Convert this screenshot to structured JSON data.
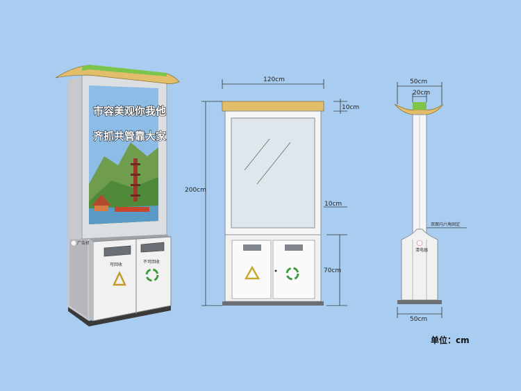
{
  "poster": {
    "line1": "市容美观你我他",
    "line2": "齐抓共管靠大家"
  },
  "bins_3d": {
    "left_label": "可回收",
    "right_label": "不可回收"
  },
  "front_view": {
    "width_label": "120cm",
    "top_label": "10cm",
    "frame_label": "10cm",
    "height_label": "200cm",
    "bin_height_label": "70cm"
  },
  "side_view": {
    "top_width_label": "50cm",
    "post_width_label": "20cm",
    "bottom_width_label": "50cm",
    "fixing_note": "双面内六角固定",
    "pedal_label": "清电器"
  },
  "unit_label": "单位：cm",
  "colors": {
    "background": "#a9cdf0",
    "roof": "#e2bd6a",
    "accent_green": "#7cc54a",
    "cabinet": "#f1f1f1"
  }
}
